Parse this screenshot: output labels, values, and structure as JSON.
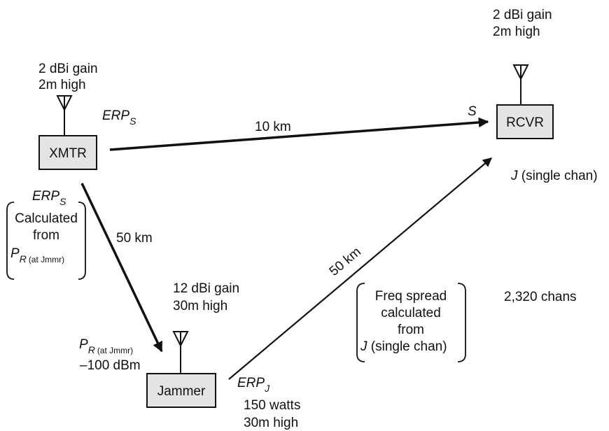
{
  "xmtr": {
    "box_label": "XMTR",
    "antenna_gain": "2 dBi gain",
    "antenna_height": "2m high",
    "erp_top": {
      "main": "ERP",
      "sub": "S"
    },
    "erp_left": {
      "main": "ERP",
      "sub": "S"
    }
  },
  "rcvr": {
    "box_label": "RCVR",
    "antenna_gain": "2 dBi gain",
    "antenna_height": "2m high",
    "signal_label": "S",
    "jamming_label": {
      "symbol": "J",
      "text": " (single chan)"
    }
  },
  "jammer": {
    "box_label": "Jammer",
    "antenna_gain": "12 dBi gain",
    "antenna_height": "30m high",
    "power": "150 watts",
    "power_height": "30m high",
    "erp": {
      "main": "ERP",
      "sub": "J"
    },
    "received_power": {
      "main": "P",
      "sub": "R",
      "sub2": "(at Jmmr)",
      "value": "–100 dBm"
    }
  },
  "links": {
    "xmtr_to_rcvr": "10 km",
    "xmtr_to_jammer": "50 km",
    "jammer_to_rcvr": "50 km"
  },
  "erp_calc": {
    "line1": "Calculated",
    "line2": "from",
    "p_main": "P",
    "p_sub": "R",
    "p_sub2": "(at Jmmr)"
  },
  "freq_spread": {
    "line1": "Freq spread",
    "line2": "calculated",
    "line3": "from",
    "j_symbol": "J",
    "j_text": " (single chan)",
    "channels": "2,320 chans"
  }
}
